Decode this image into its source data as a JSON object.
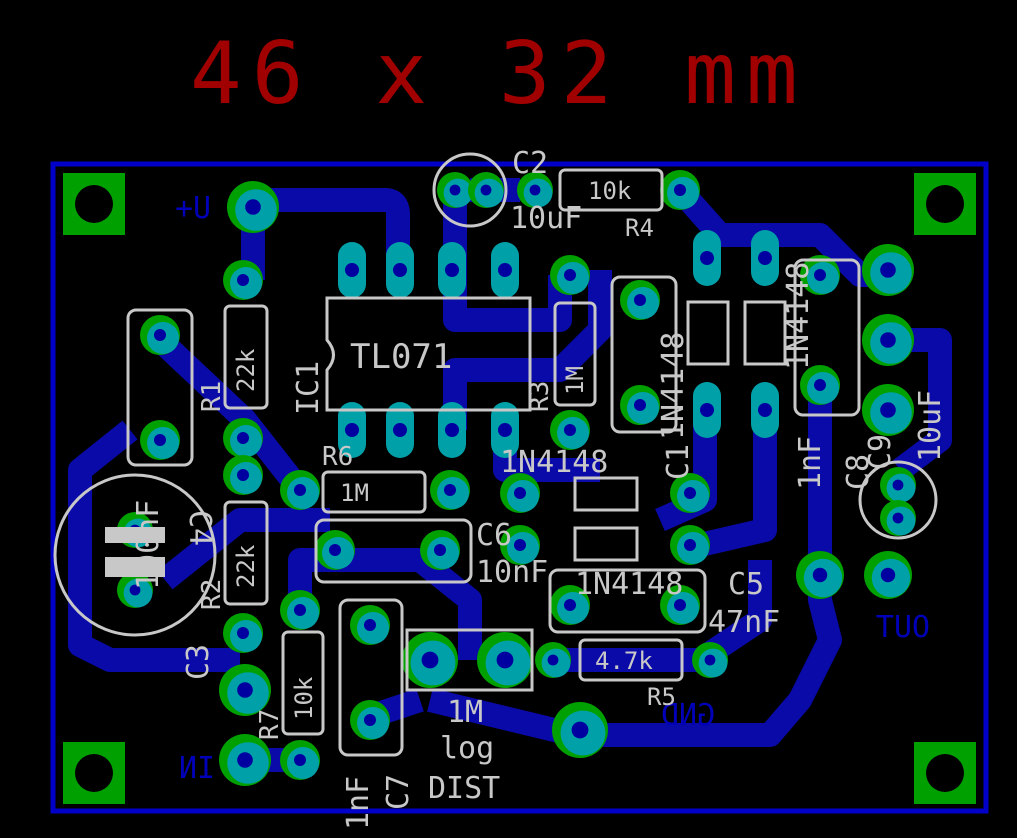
{
  "title": "46 x 32 mm",
  "net_labels": {
    "plus_u": "+U",
    "in": "IN",
    "out": "OUT",
    "gnd": "GND"
  },
  "parts": {
    "ic1": {
      "name": "IC1",
      "value": "TL071"
    },
    "r1": {
      "name": "R1",
      "value": "22k"
    },
    "r2": {
      "name": "R2",
      "value": "22k"
    },
    "r3": {
      "name": "R3",
      "value": "1M"
    },
    "r4": {
      "name": "R4",
      "value": "10k"
    },
    "r5": {
      "name": "R5",
      "value": "4.7k"
    },
    "r6": {
      "name": "R6",
      "value": "1M"
    },
    "r7": {
      "name": "R7",
      "value": "10k"
    },
    "c1": {
      "name": "C1"
    },
    "c2": {
      "name": "C2",
      "value": "10uF"
    },
    "c3": {
      "name": "C3"
    },
    "c4": {
      "name": "C4",
      "value": "100nF"
    },
    "c5": {
      "name": "C5",
      "value": "47nF"
    },
    "c6": {
      "name": "C6",
      "value": "10nF"
    },
    "c7": {
      "name": "C7",
      "value": "1nF"
    },
    "c8": {
      "name": "C8",
      "value": "1nF"
    },
    "c9": {
      "name": "C9",
      "value": "10uF"
    },
    "d1": {
      "value": "1N4148"
    },
    "d2": {
      "value": "1N4148"
    },
    "d3": {
      "value": "1N4148"
    },
    "d4": {
      "value": "1N4148"
    },
    "pot": {
      "name": "DIST",
      "value": "1M",
      "taper": "log"
    }
  },
  "colors": {
    "board_outline": "#0000c8",
    "trace": "#0a0aa8",
    "pad": "#00a000",
    "silkscreen": "#c8c8c8",
    "dimension": "#a00000"
  }
}
